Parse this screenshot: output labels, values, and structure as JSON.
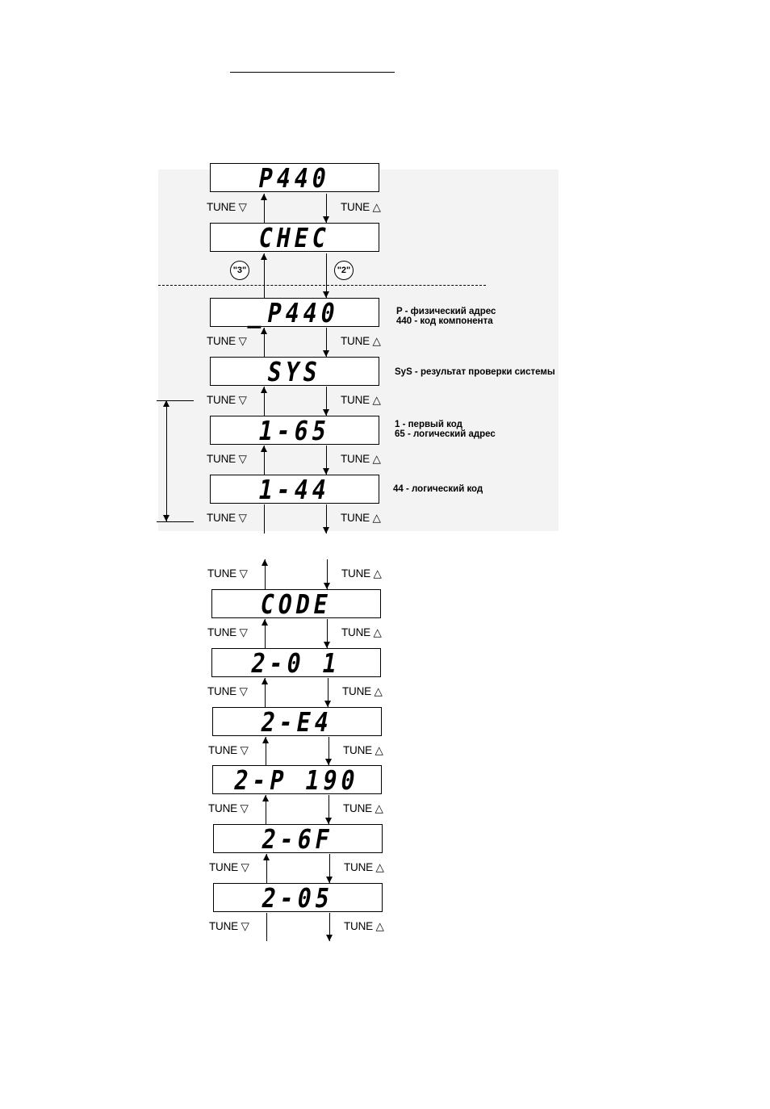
{
  "tune_down": "TUNE ▽",
  "tune_up": "TUNE △",
  "displays_top": [
    "P440",
    "CHEC"
  ],
  "circle_left": "\"3\"",
  "circle_right": "\"2\"",
  "displays_mid": [
    "_P440",
    "SYS",
    "1-65",
    "1-44"
  ],
  "annotations": {
    "p440_line1": "P - физический адрес",
    "p440_line2": "440 - код компонента",
    "sys": "SyS - результат проверки системы",
    "code_line1": "1 - первый код",
    "code_line2": "65 - логический адрес",
    "logical": "44 - логический код"
  },
  "displays_bottom": [
    "CODE",
    "2-0 1",
    "2-E4",
    "2-P 190",
    "2-6F",
    "2-05"
  ]
}
